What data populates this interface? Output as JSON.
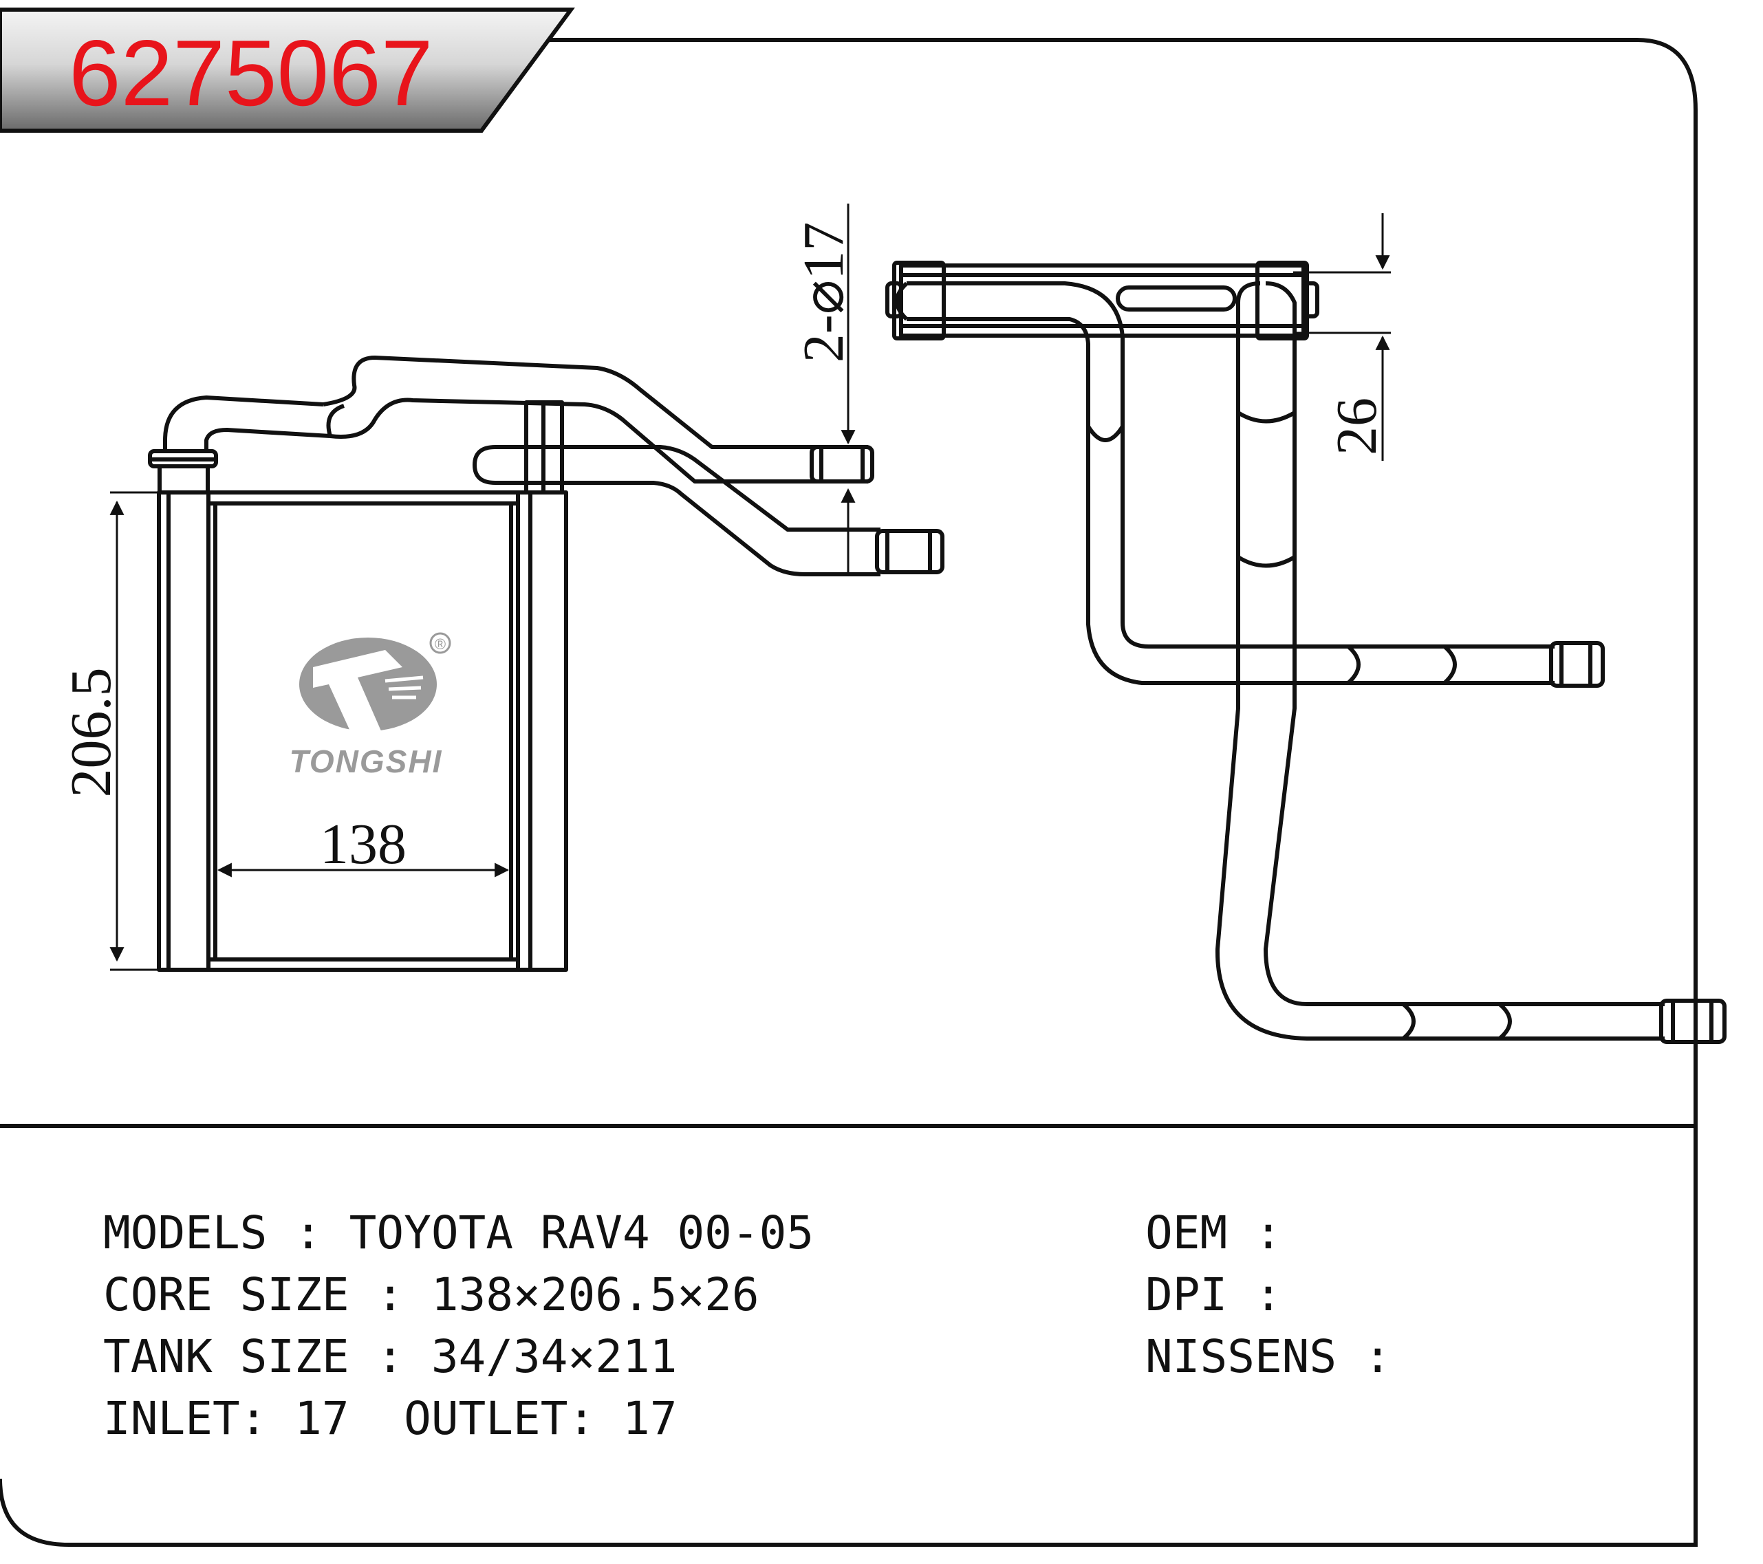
{
  "part_number": "6275067",
  "brand": {
    "name": "TONGSHI",
    "registered_mark": "®"
  },
  "dimensions": {
    "height": "206.5",
    "width": "138",
    "thickness": "26",
    "pipes": "2-⌀17"
  },
  "specs": {
    "models": "MODELS : TOYOTA RAV4 00-05",
    "core_size": "CORE SIZE : 138×206.5×26",
    "tank_size": "TANK SIZE : 34/34×211",
    "inlet_outlet": "INLET: 17  OUTLET: 17",
    "oem": "OEM :",
    "dpi": "DPI :",
    "nissens": "NISSENS :"
  },
  "colors": {
    "part_number": "#e8141b",
    "outline": "#111111",
    "logo": "#9a9a9a"
  }
}
